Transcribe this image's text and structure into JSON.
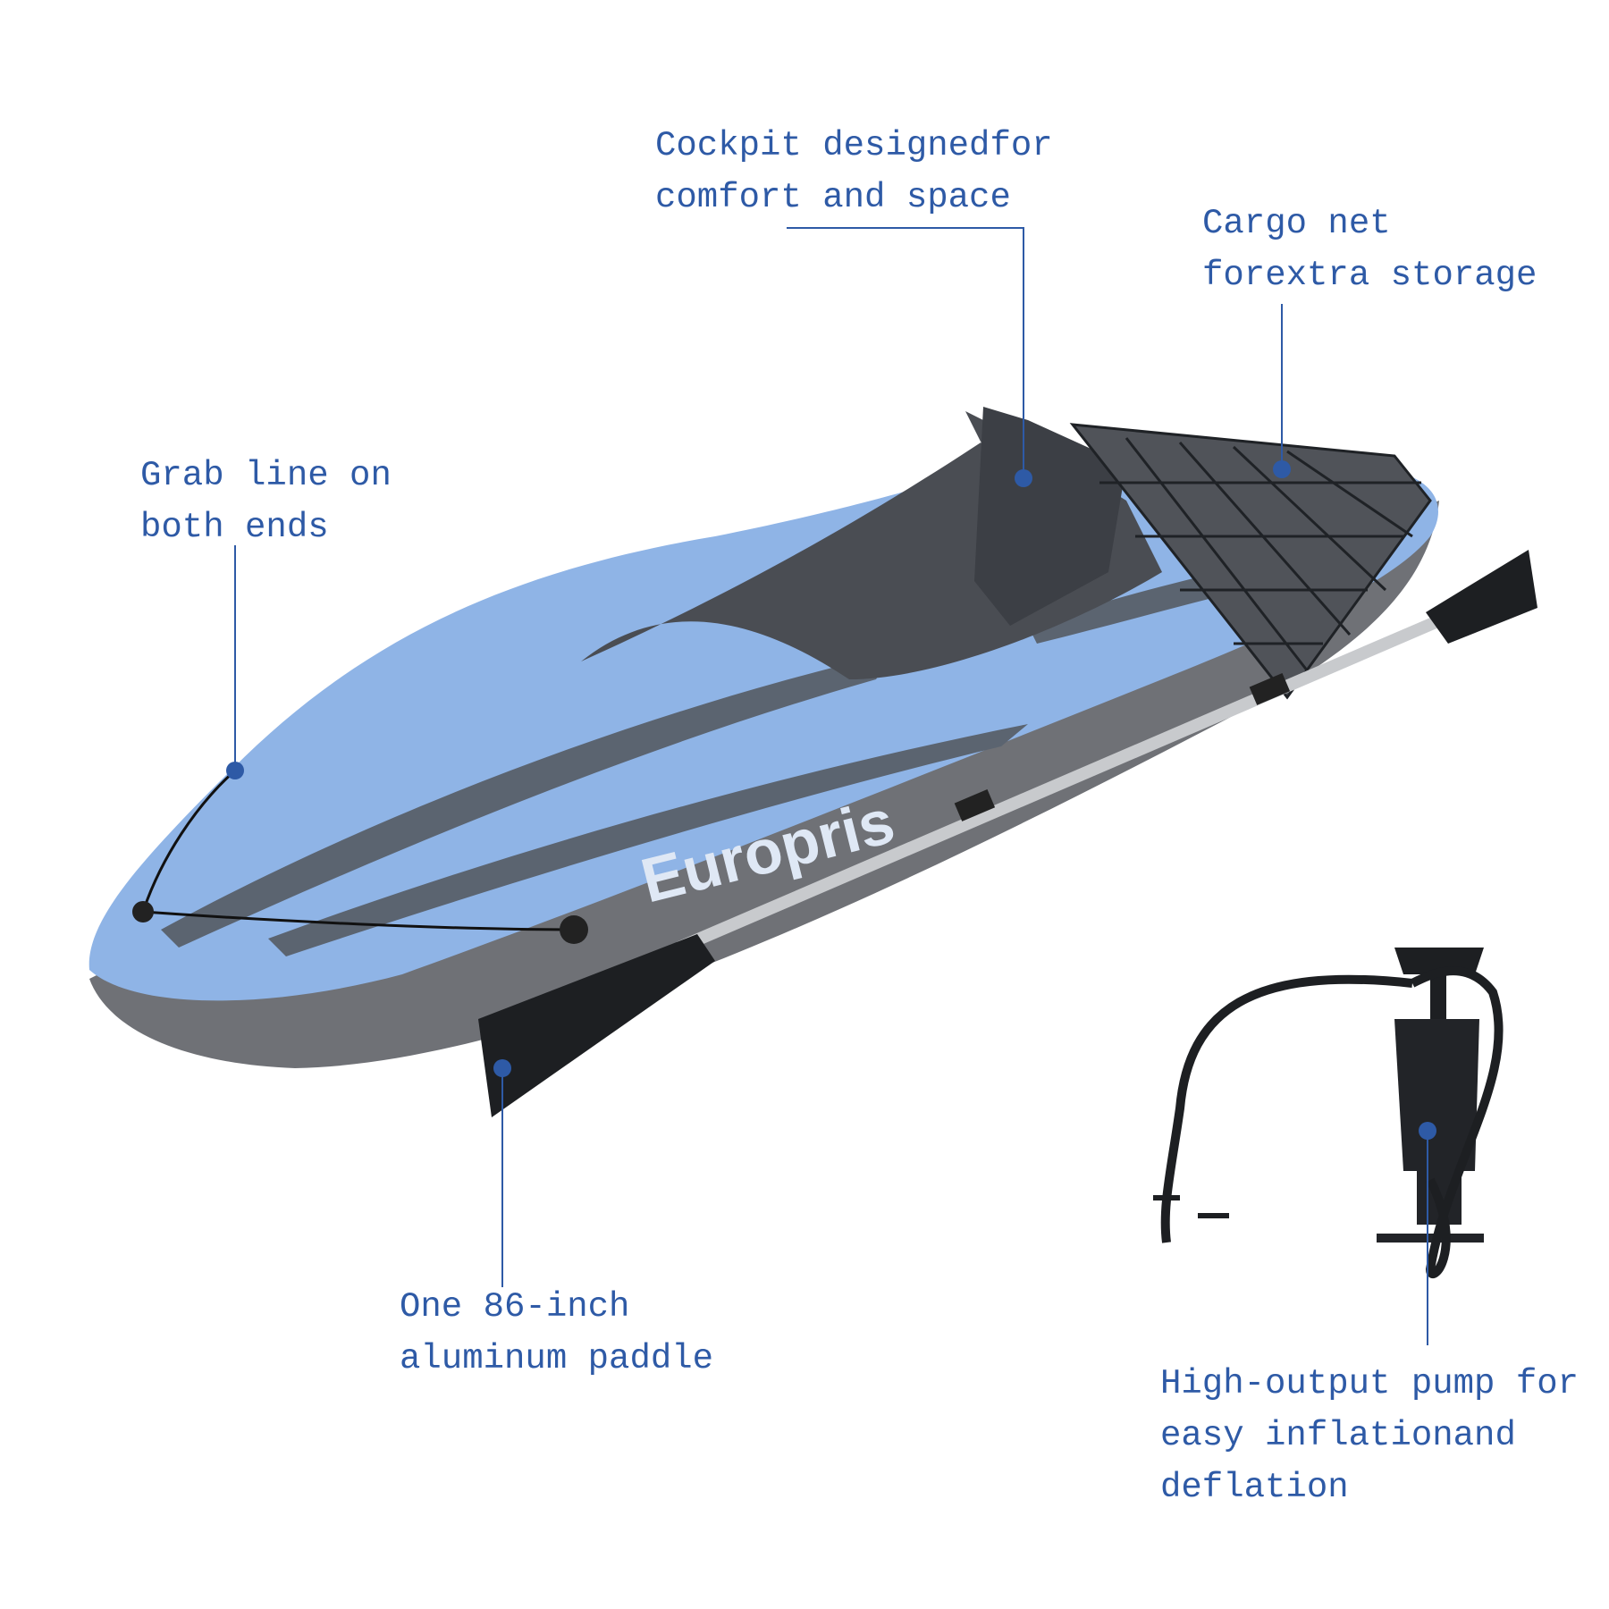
{
  "brand_logo": "Europris",
  "colors": {
    "accent": "#2e5aa6",
    "kayak_blue": "#8fb4e6",
    "hull_gray": "#6f7176"
  },
  "callouts": {
    "cockpit": [
      "Cockpit designedfor",
      "comfort and space"
    ],
    "cargo": [
      "Cargo net",
      "forextra storage"
    ],
    "grab": [
      "Grab line on",
      "both ends"
    ],
    "paddle": [
      "One 86-inch",
      "aluminum paddle"
    ],
    "pump": [
      "High-output pump for",
      "easy inflationand",
      "deflation"
    ]
  }
}
